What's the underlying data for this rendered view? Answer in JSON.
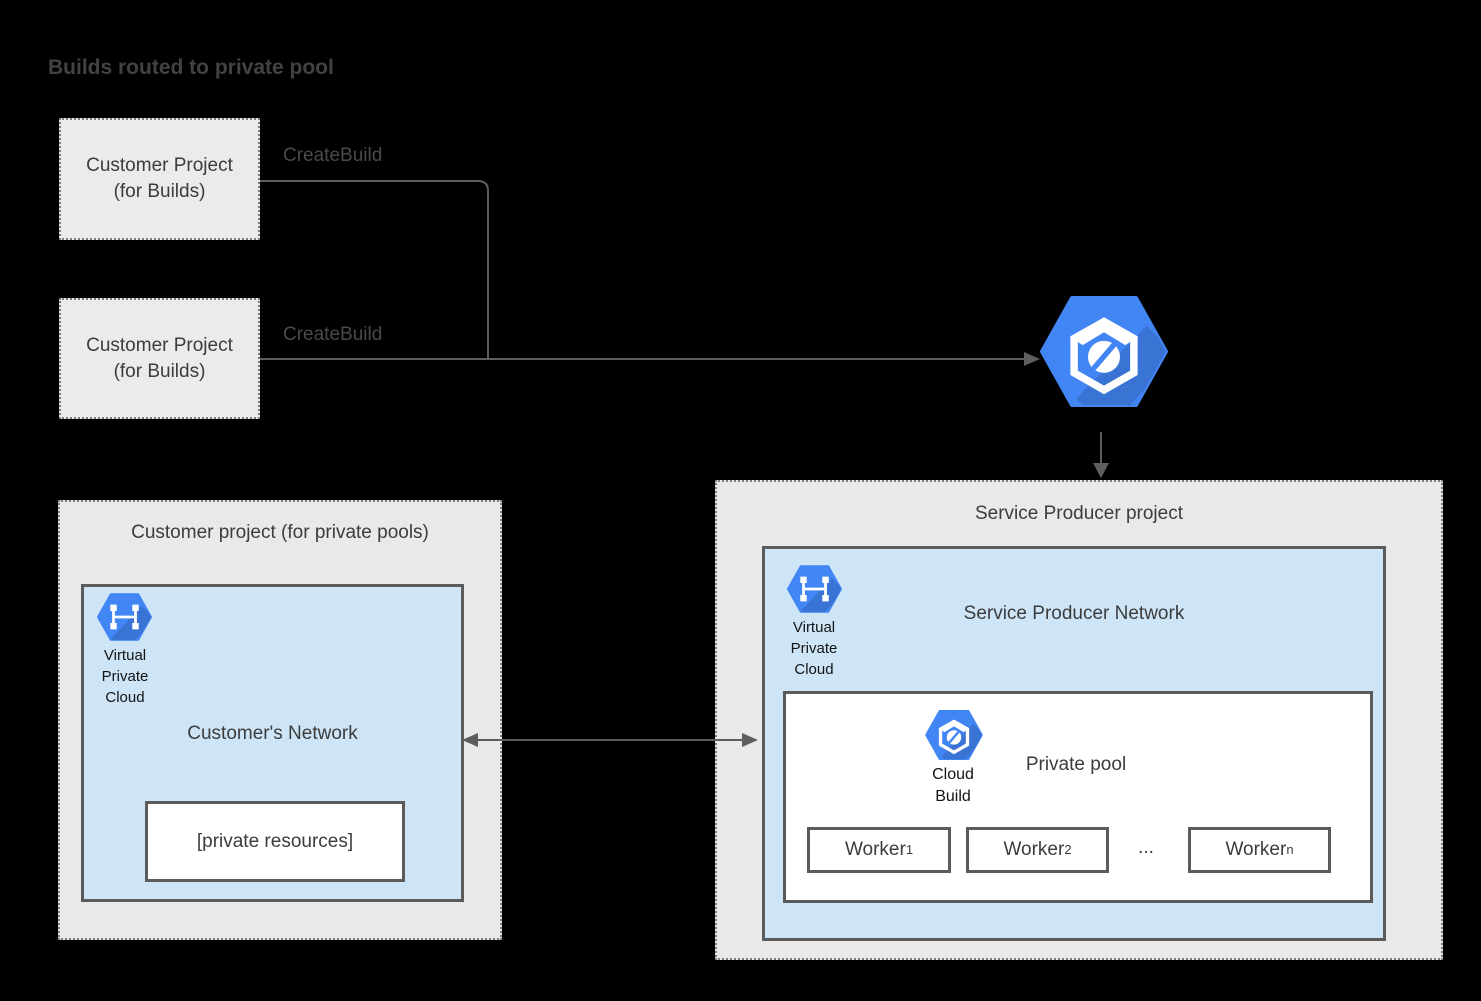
{
  "diagram": {
    "title": "Builds routed to private pool"
  },
  "colors": {
    "badge_blue": "#4285f4",
    "badge_shadow": "#3a72d9",
    "light_blue_fill": "#cde5f6",
    "gray_fill": "#e9e9e9",
    "solid_border": "#5b5b5b",
    "connector_line": "#5e5e5e",
    "text": "#3c3c3c"
  },
  "build_projects": {
    "box1": {
      "line1": "Customer Project",
      "line2": "(for Builds)",
      "arrow_label": "CreateBuild"
    },
    "box2": {
      "line1": "Customer Project",
      "line2": "(for Builds)",
      "arrow_label": "CreateBuild"
    }
  },
  "customer_pool_project": {
    "title": "Customer project (for private pools)",
    "network": {
      "vpc_label": {
        "l1": "Virtual",
        "l2": "Private",
        "l3": "Cloud"
      },
      "title": "Customer's Network",
      "private_resources": "[private resources]"
    }
  },
  "service_producer_project": {
    "title": "Service Producer project",
    "network": {
      "vpc_label": {
        "l1": "Virtual",
        "l2": "Private",
        "l3": "Cloud"
      },
      "title": "Service Producer Network",
      "private_pool": {
        "cb_label": {
          "l1": "Cloud",
          "l2": "Build"
        },
        "title": "Private pool",
        "workers": [
          {
            "name": "Worker",
            "sub": "1"
          },
          {
            "name": "Worker",
            "sub": "2"
          },
          {
            "name": "Worker",
            "sub": "n"
          }
        ],
        "ellipsis": "..."
      }
    }
  }
}
